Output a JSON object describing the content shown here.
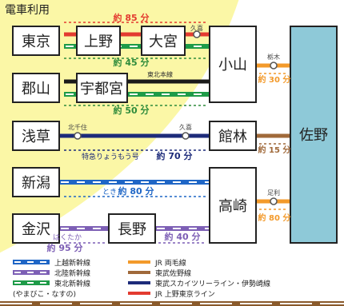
{
  "heading": "電車利用",
  "stations": {
    "tokyo": "東京",
    "ueno": "上野",
    "omiya": "大宮",
    "koriyama": "郡山",
    "utsunomiya": "宇都宮",
    "asakusa": "浅草",
    "niigata": "新潟",
    "kanazawa": "金沢",
    "nagano": "長野",
    "oyama": "小山",
    "tatebayashi": "館林",
    "takasaki": "高崎",
    "sano": "佐野"
  },
  "small_stations": {
    "kuki_top": "久喜",
    "kitasenju": "北千住",
    "kuki_mid": "久喜",
    "tochigi": "栃木",
    "ashikaga": "足利"
  },
  "times": {
    "tokyo_jr": "約 85 分",
    "tokyo_shinkansen": "約 45 分",
    "koriyama": "約 50 分",
    "asakusa": "約 70 分",
    "niigata": "約 80 分",
    "kanazawa": "約 95 分",
    "nagano": "約 40 分",
    "oyama_sano": "約 30 分",
    "tatebayashi_sano": "約 15 分",
    "takasaki_sano": "約 80 分"
  },
  "line_labels": {
    "tohoku_main": "東北本線",
    "ryomo_express": "特急りょうもう号",
    "toki": "とき",
    "hakutaka": "はくたか"
  },
  "legend": [
    {
      "label": "上越新幹線",
      "color": "#1f66c6",
      "style": "shinkansen"
    },
    {
      "label": "北陸新幹線",
      "color": "#7d5fb5",
      "style": "shinkansen"
    },
    {
      "label": "東北新幹線",
      "color": "#1e9b48",
      "style": "shinkansen"
    },
    {
      "label": "(やまびこ・なすの)",
      "color": "",
      "style": "note"
    },
    {
      "label": "JR 両毛線",
      "color": "#f39a2b",
      "style": "line"
    },
    {
      "label": "東武佐野線",
      "color": "#a0693a",
      "style": "line"
    },
    {
      "label": "東武スカイツリーライン・伊勢崎線",
      "color": "#1d2b7a",
      "style": "line"
    },
    {
      "label": "JR 上野東京ライン",
      "color": "#e33b30",
      "style": "line"
    }
  ],
  "colors": {
    "bg_yellow": "#fbf7a6",
    "sano_blue": "#8ec9d8",
    "time_green": "#2e8b3b",
    "time_red": "#e33b30",
    "time_navy": "#1d2b7a",
    "time_purple": "#7d5fb5",
    "time_blue": "#1f66c6",
    "time_orange": "#f39a2b",
    "time_brown": "#a0693a"
  }
}
